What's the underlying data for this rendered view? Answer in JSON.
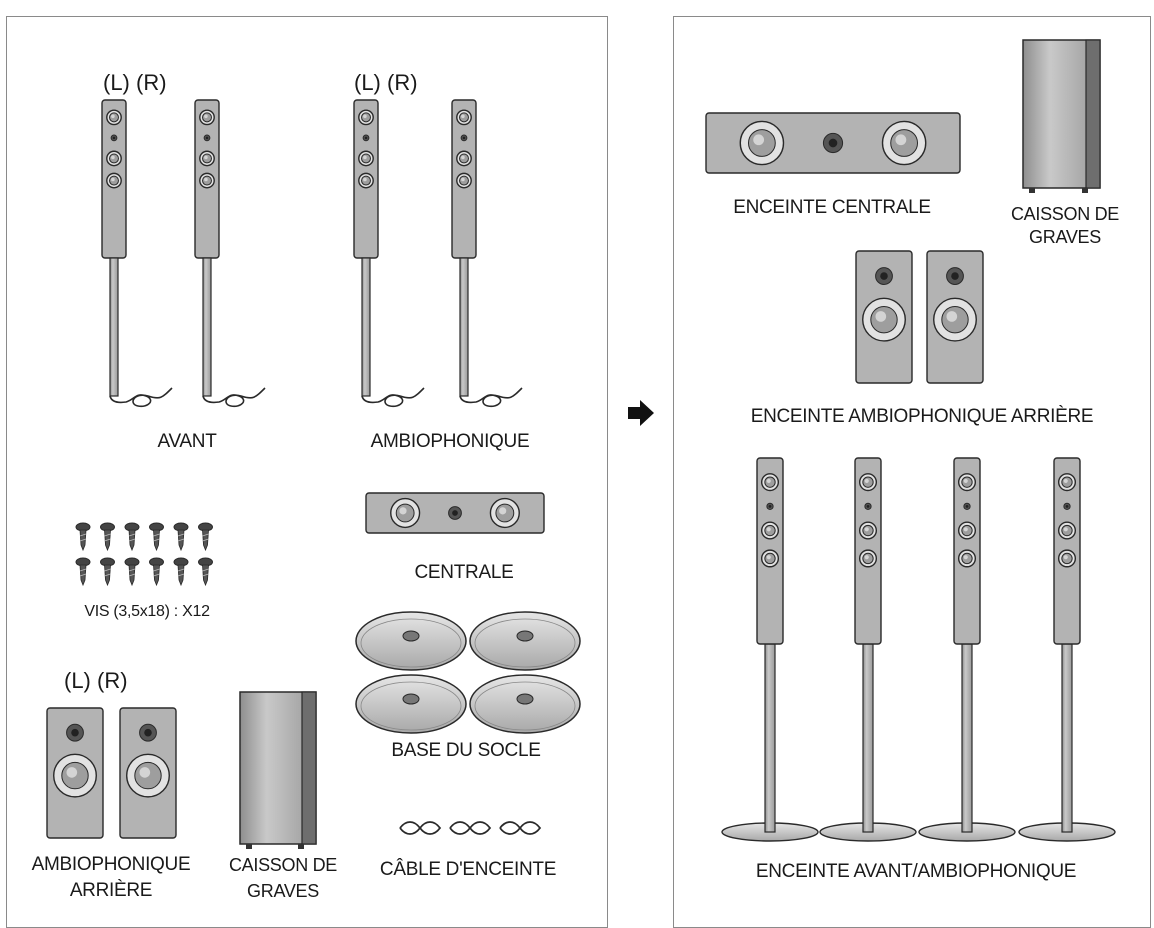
{
  "left_panel": {
    "lr_label": "(L) (R)",
    "front_label": "AVANT",
    "surround_label": "AMBIOPHONIQUE",
    "screws_label": "VIS (3,5x18) : X12",
    "center_label": "CENTRALE",
    "stand_base_label": "BASE DU SOCLE",
    "rear_surround_label_1": "AMBIOPHONIQUE",
    "rear_surround_label_2": "ARRIÈRE",
    "subwoofer_label_1": "CAISSON DE",
    "subwoofer_label_2": "GRAVES",
    "cable_label": "CÂBLE D'ENCEINTE"
  },
  "right_panel": {
    "center_speaker_label": "ENCEINTE CENTRALE",
    "subwoofer_label_1": "CAISSON DE",
    "subwoofer_label_2": "GRAVES",
    "rear_surround_speaker_label": "ENCEINTE AMBIOPHONIQUE ARRIÈRE",
    "front_surround_speaker_label": "ENCEINTE AVANT/AMBIOPHONIQUE"
  },
  "colors": {
    "speaker_fill": "#b3b3b3",
    "outline": "#2a2a2a",
    "panel_border": "#8a8a8a"
  }
}
